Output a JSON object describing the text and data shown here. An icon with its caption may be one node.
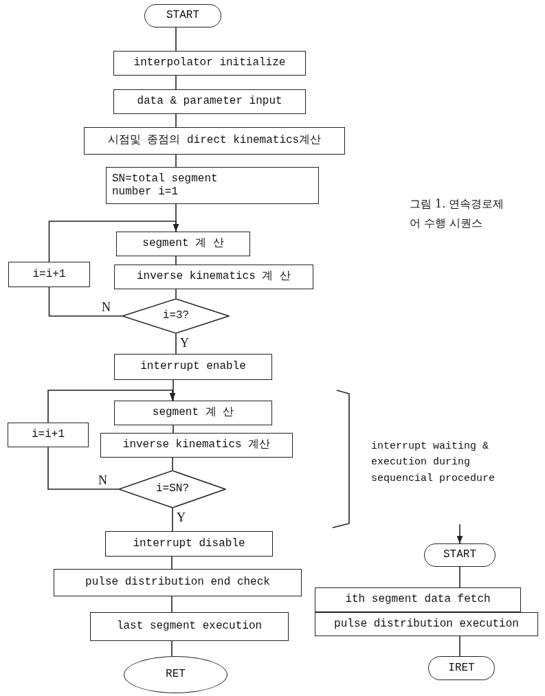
{
  "diagram": {
    "caption": "그림 1. 연속경로제어 수행 시퀀스",
    "nodes": [
      {
        "text": [
          "START"
        ]
      },
      {
        "text": [
          "interpolator initialize"
        ]
      },
      {
        "text": [
          "data & parameter input"
        ]
      },
      {
        "text": [
          "시점및 종점의 direct kinematics계산"
        ]
      },
      {
        "text": [
          "SN=total segment number i=1"
        ]
      },
      {
        "text": [
          "segment 계 산"
        ]
      },
      {
        "text": [
          "i=i+1"
        ]
      },
      {
        "text": [
          "inverse kinematics 계 산"
        ]
      },
      {
        "text": [
          "i=3?"
        ]
      },
      {
        "text": [
          "interrupt enable"
        ]
      },
      {
        "text": [
          "segment 계 산"
        ]
      },
      {
        "text": [
          "i=i+1"
        ]
      },
      {
        "text": [
          "inverse kinematics 계산"
        ]
      },
      {
        "text": [
          "i=SN?"
        ]
      },
      {
        "text": [
          "interrupt disable"
        ]
      },
      {
        "text": [
          "pulse distribution end check"
        ]
      },
      {
        "text": [
          "last segment execution"
        ]
      },
      {
        "text": [
          "RET"
        ]
      },
      {
        "text": [
          "START"
        ]
      },
      {
        "text": [
          "ith segment data fetch"
        ]
      },
      {
        "text": [
          "pulse distribution execution"
        ]
      },
      {
        "text": [
          "IRET"
        ]
      }
    ],
    "edges": [
      {
        "from": 0,
        "to": 1,
        "arrow": "none"
      },
      {
        "from": 1,
        "to": 2,
        "arrow": "none"
      },
      {
        "from": 2,
        "to": 3,
        "arrow": "none"
      },
      {
        "from": 3,
        "to": 4,
        "arrow": "none"
      },
      {
        "from": 4,
        "to": 5,
        "arrow": "none"
      },
      {
        "from": 5,
        "to": 7,
        "arrow": "none"
      },
      {
        "from": 7,
        "to": 8,
        "arrow": "none"
      },
      {
        "from": 8,
        "to": 6,
        "label": "N",
        "arrow": "none"
      },
      {
        "from": 6,
        "to": 5,
        "arrow": "to"
      },
      {
        "from": 8,
        "to": 9,
        "label": "Y",
        "arrow": "none"
      },
      {
        "from": 9,
        "to": 10,
        "arrow": "none"
      },
      {
        "from": 10,
        "to": 12,
        "arrow": "none"
      },
      {
        "from": 12,
        "to": 13,
        "arrow": "none"
      },
      {
        "from": 13,
        "to": 11,
        "label": "N",
        "arrow": "none"
      },
      {
        "from": 11,
        "to": 10,
        "arrow": "to"
      },
      {
        "from": 13,
        "to": 14,
        "label": "Y",
        "arrow": "none"
      },
      {
        "from": 14,
        "to": 15,
        "arrow": "none"
      },
      {
        "from": 15,
        "to": 16,
        "arrow": "none"
      },
      {
        "from": 16,
        "to": 17,
        "arrow": "none"
      },
      {
        "from": null,
        "to": 18,
        "arrow": "to"
      },
      {
        "from": 18,
        "to": 19,
        "arrow": "none"
      },
      {
        "from": 20,
        "to": 21,
        "arrow": "none"
      }
    ],
    "labels": [
      "interrupt waiting & execution during sequencial procedure"
    ]
  }
}
